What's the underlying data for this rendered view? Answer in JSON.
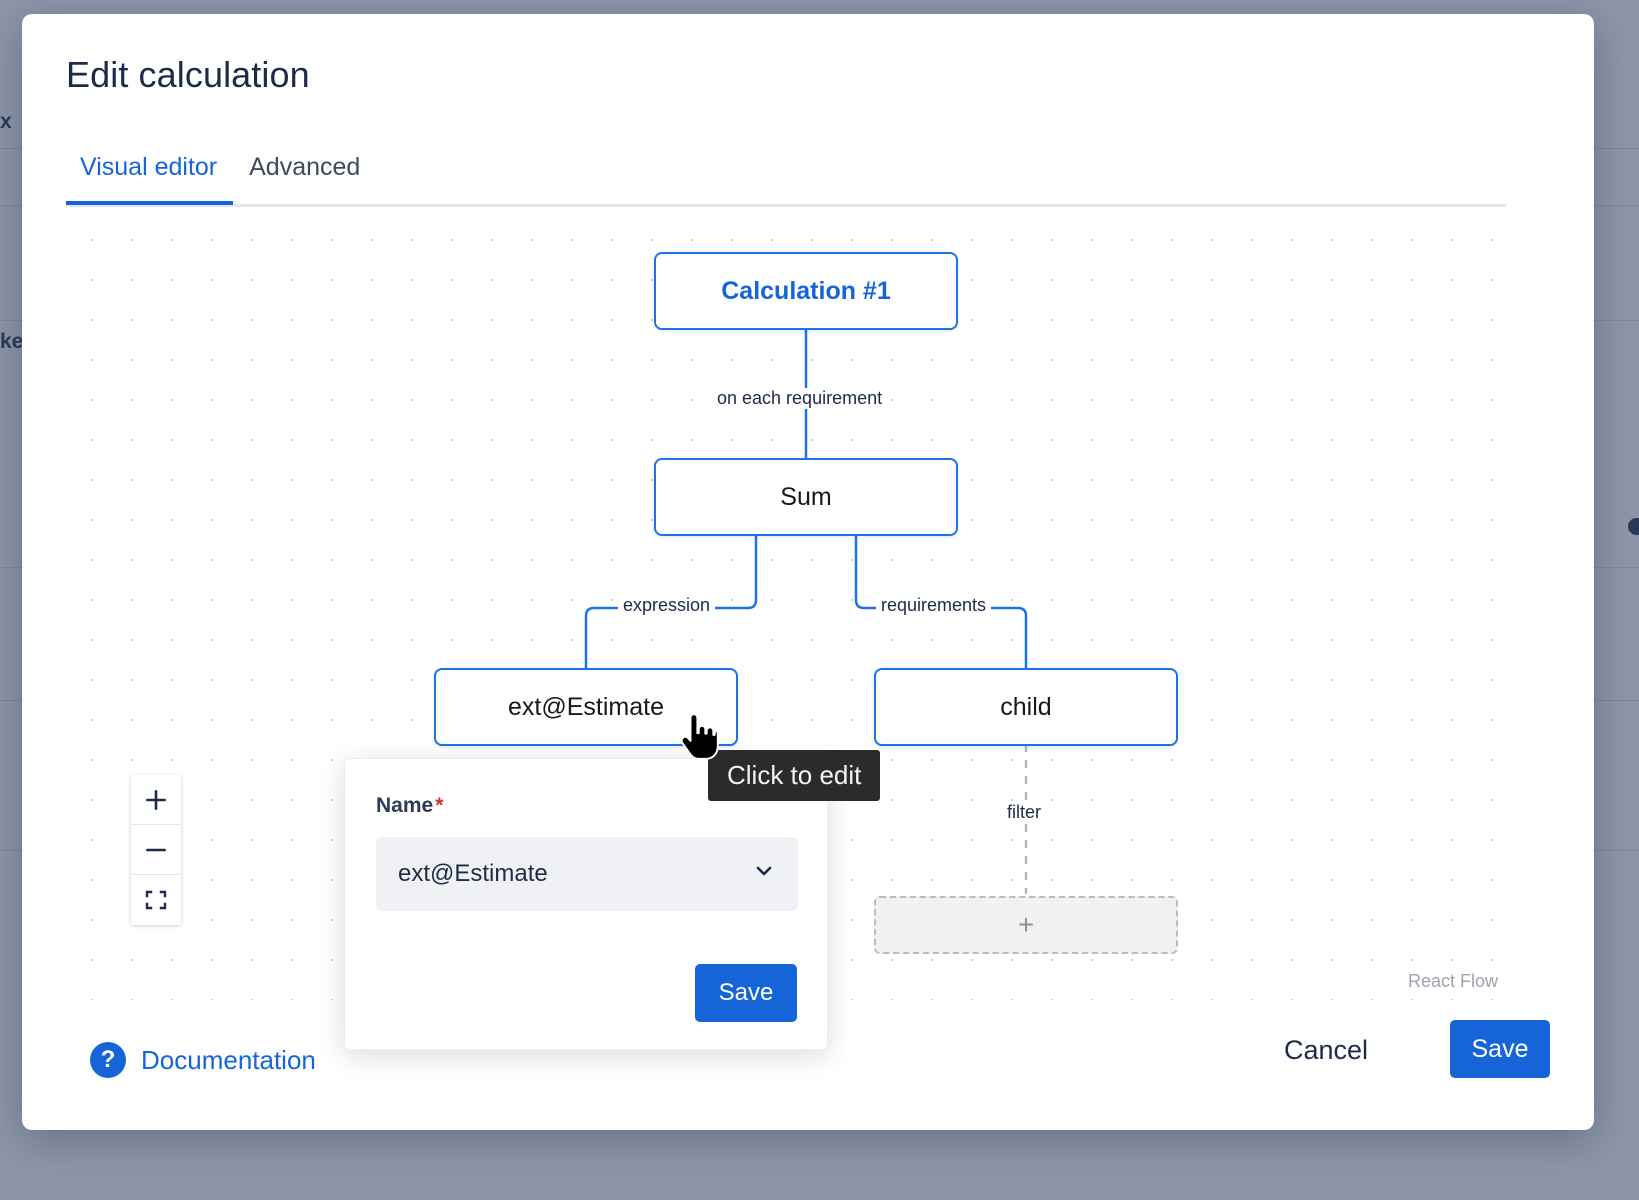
{
  "modal": {
    "title": "Edit calculation",
    "tabs": [
      {
        "label": "Visual editor",
        "active": true
      },
      {
        "label": "Advanced",
        "active": false
      }
    ],
    "footer": {
      "documentation_label": "Documentation",
      "documentation_icon": "question-circle-icon",
      "cancel_label": "Cancel",
      "save_label": "Save"
    }
  },
  "canvas": {
    "attribution": "React Flow",
    "controls": [
      {
        "name": "zoom-in",
        "icon": "plus-icon"
      },
      {
        "name": "zoom-out",
        "icon": "minus-icon"
      },
      {
        "name": "fit-view",
        "icon": "fit-view-icon"
      }
    ],
    "nodes": [
      {
        "id": "root",
        "label": "Calculation #1",
        "style": "root"
      },
      {
        "id": "sum",
        "label": "Sum",
        "style": "node"
      },
      {
        "id": "expr",
        "label": "ext@Estimate",
        "style": "node"
      },
      {
        "id": "child",
        "label": "child",
        "style": "node"
      }
    ],
    "edge_labels": [
      {
        "id": "on-each-requirement",
        "label": "on each requirement"
      },
      {
        "id": "expression",
        "label": "expression"
      },
      {
        "id": "requirements",
        "label": "requirements"
      },
      {
        "id": "filter",
        "label": "filter"
      }
    ],
    "add_placeholder": {
      "label": "+"
    }
  },
  "edit_popup": {
    "field_label": "Name",
    "required_marker": "*",
    "select_value": "ext@Estimate",
    "chevron_icon": "chevron-down-icon",
    "save_label": "Save"
  },
  "tooltip": {
    "text": "Click to edit"
  },
  "background": {
    "left_fragments": [
      "x",
      "ke"
    ]
  },
  "colors": {
    "accent": "#1565d8",
    "node_border": "#1e73e8",
    "text_dark": "#1c2b47",
    "tooltip_bg": "#2b2b2b",
    "required": "#c0392b",
    "overlay": "#8d95a8"
  }
}
